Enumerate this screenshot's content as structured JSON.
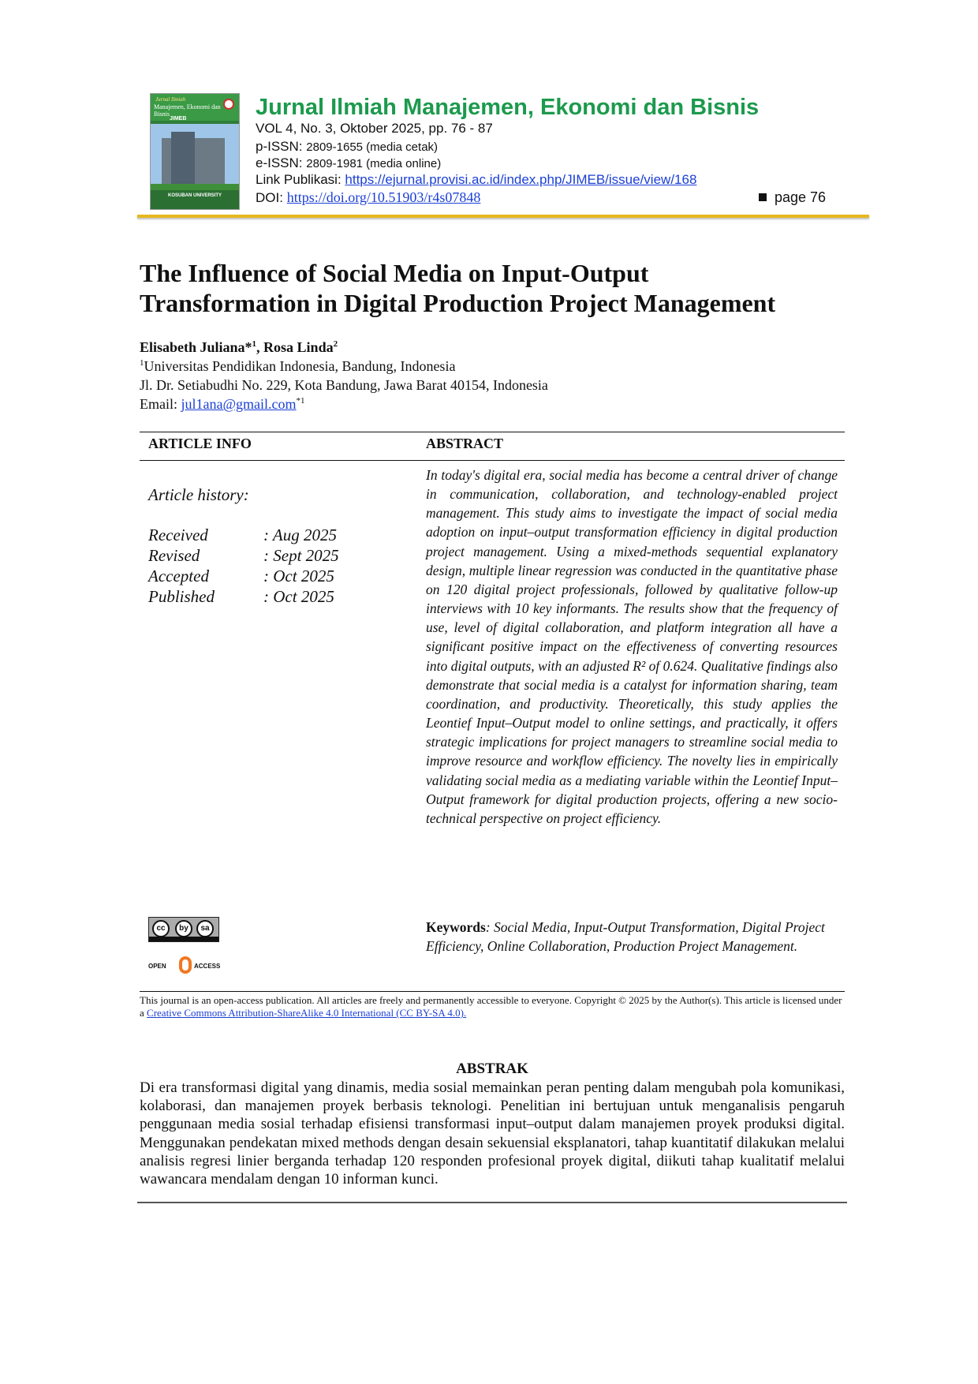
{
  "header": {
    "journal_title": "Jurnal Ilmiah Manajemen, Ekonomi dan Bisnis",
    "volume_line": "VOL 4, No. 3, Oktober 2025, pp. 76 - 87",
    "pissn_label": "p-ISSN:",
    "pissn_value": "2809-1655 (media cetak)",
    "eissn_label": "e-ISSN:",
    "eissn_value": "2809-1981 (media online)",
    "link_label": "Link Publikasi:",
    "link_url": "https://ejurnal.provisi.ac.id/index.php/JIMEB/issue/view/168",
    "doi_label": "DOI:",
    "doi_url": "https://doi.org/10.51903/r4s07848",
    "page_label": "page 76",
    "cover": {
      "tagline": "Jurnal Ilmiah",
      "name": "Manajemen, Ekonomi dan Bisnis",
      "abbr": "JIMEB",
      "footer": "KOSUBAN UNIVERSITY"
    },
    "accent_color": "#1c9a4d",
    "rule_color": "#e6b820"
  },
  "article": {
    "title_line1": "The Influence of Social Media on Input-Output",
    "title_line2": "Transformation in Digital Production Project Management",
    "author1": "Elisabeth Juliana*",
    "author1_sup": "1",
    "author_sep": ", ",
    "author2": "Rosa Linda",
    "author2_sup": "2",
    "aff_sup": "1",
    "affiliation": "Universitas Pendidikan Indonesia, Bandung, Indonesia",
    "address": "Jl. Dr. Setiabudhi No. 229, Kota Bandung, Jawa Barat 40154, Indonesia",
    "email_label": "Email: ",
    "email": "jul1ana@gmail.com",
    "email_sup": "*1"
  },
  "info": {
    "heading": "ARTICLE INFO",
    "history_label": "Article history:",
    "history": [
      {
        "label": "Received",
        "value": ": Aug 2025"
      },
      {
        "label": "Revised",
        "value": ": Sept 2025"
      },
      {
        "label": "Accepted",
        "value": ": Oct 2025"
      },
      {
        "label": "Published",
        "value": ": Oct 2025"
      }
    ]
  },
  "abstract": {
    "heading": "ABSTRACT",
    "text": "In today's digital era, social media has become a central driver of change in communication, collaboration, and technology-enabled project management. This study aims to investigate the impact of social media adoption on input–output transformation efficiency in digital production project management. Using a mixed-methods sequential explanatory design, multiple linear regression was conducted in the quantitative phase on 120 digital project professionals, followed by qualitative follow-up interviews with 10 key informants. The results show that the frequency of use, level of digital collaboration, and platform integration all have a significant positive impact on the effectiveness of converting resources into digital outputs, with an adjusted R² of 0.624. Qualitative findings also demonstrate that social media is a catalyst for information sharing, team coordination, and productivity. Theoretically, this study applies the Leontief Input–Output model to online settings, and practically, it offers strategic implications for project managers to streamline social media to improve resource and workflow efficiency. The novelty lies in empirically validating social media as a mediating variable within the Leontief Input–Output framework for digital production projects, offering a new socio-technical perspective on project efficiency.",
    "keywords_label": "Keywords",
    "keywords": "Social Media, Input-Output Transformation, Digital Project Efficiency, Online Collaboration, Production Project Management."
  },
  "license": {
    "cc_icons": [
      "cc",
      "by",
      "sa"
    ],
    "cc_strip": "BY    SA",
    "oa_left": "OPEN",
    "oa_right": "ACCESS",
    "note": "This journal is an open-access publication. All articles are freely and permanently accessible to everyone. Copyright © 2025 by the Author(s). This article is licensed under a ",
    "link_text": "Creative Commons Attribution-ShareAlike 4.0 International (CC BY-SA 4.0)."
  },
  "abstrak": {
    "heading": "ABSTRAK",
    "text": "Di era transformasi digital yang dinamis, media sosial memainkan peran penting dalam mengubah pola komunikasi, kolaborasi, dan manajemen proyek berbasis teknologi. Penelitian ini bertujuan untuk menganalisis pengaruh penggunaan media sosial terhadap efisiensi transformasi input–output dalam manajemen proyek produksi digital. Menggunakan pendekatan mixed methods dengan desain sekuensial eksplanatori, tahap kuantitatif dilakukan melalui analisis regresi linier berganda terhadap 120 responden profesional proyek digital, diikuti tahap kualitatif melalui wawancara mendalam dengan 10 informan kunci."
  }
}
